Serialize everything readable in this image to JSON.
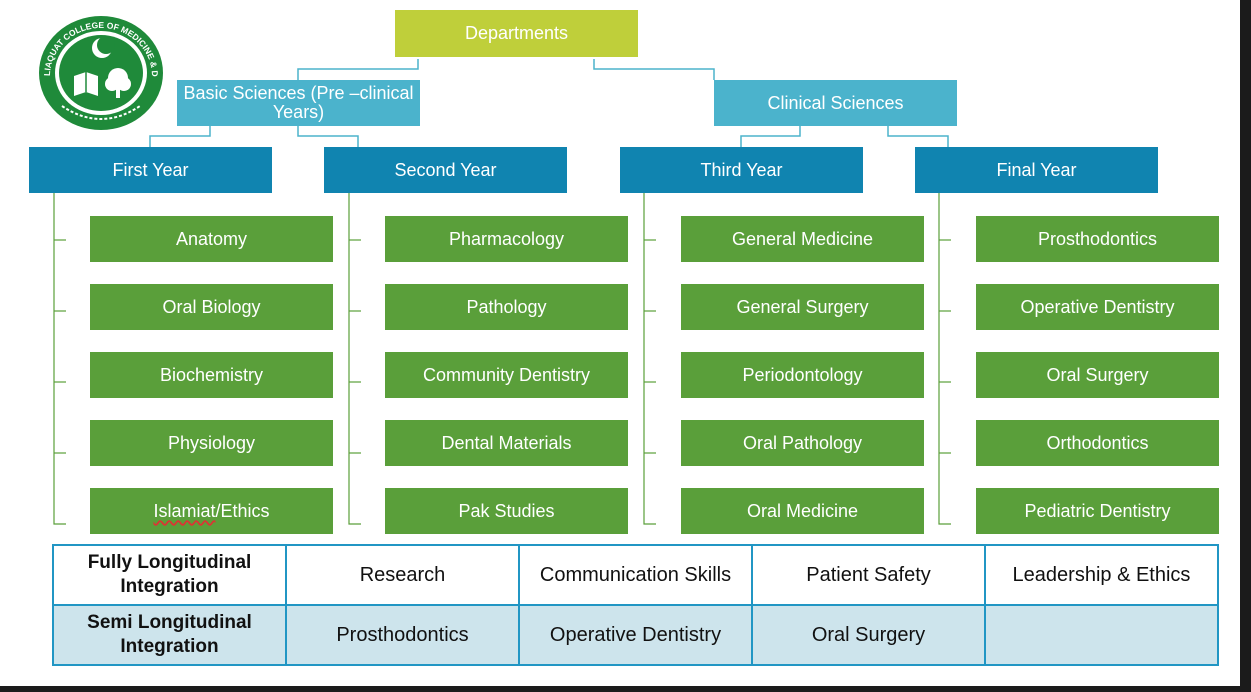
{
  "logo": {
    "ring_text": "LIAQUAT COLLEGE OF MEDICINE & DENTISTRY",
    "colors": {
      "green": "#1f8a3a",
      "white": "#ffffff"
    }
  },
  "root": {
    "label": "Departments"
  },
  "categories": [
    {
      "label": "Basic Sciences (Pre –clinical Years)"
    },
    {
      "label": "Clinical Sciences"
    }
  ],
  "years": [
    {
      "label": "First Year",
      "departments": [
        "Anatomy",
        "Oral Biology",
        "Biochemistry",
        "Physiology"
      ],
      "last_prefix": "Islamiat",
      "last_suffix": "/Ethics"
    },
    {
      "label": "Second Year",
      "departments": [
        "Pharmacology",
        "Pathology",
        "Community Dentistry",
        "Dental Materials",
        "Pak Studies"
      ]
    },
    {
      "label": "Third Year",
      "departments": [
        "General Medicine",
        "General Surgery",
        "Periodontology",
        "Oral Pathology",
        "Oral Medicine"
      ]
    },
    {
      "label": "Final Year",
      "departments": [
        "Prosthodontics",
        "Operative Dentistry",
        "Oral Surgery",
        "Orthodontics",
        "Pediatric Dentistry"
      ]
    }
  ],
  "integration": {
    "full": {
      "label": "Fully Longitudinal Integration",
      "items": [
        "Research",
        "Communication Skills",
        "Patient Safety",
        "Leadership & Ethics"
      ]
    },
    "semi": {
      "label": "Semi Longitudinal Integration",
      "items": [
        "Prosthodontics",
        "Operative Dentistry",
        "Oral Surgery",
        ""
      ]
    }
  },
  "colors": {
    "root": "#bfcf3a",
    "category": "#4bb3cc",
    "year": "#1084b0",
    "department": "#5a9f3a",
    "connector": "#4bb3cc",
    "dept_connector": "#5a9f3a",
    "table_border": "#2196c4",
    "semi_row": "#cde4ec"
  }
}
